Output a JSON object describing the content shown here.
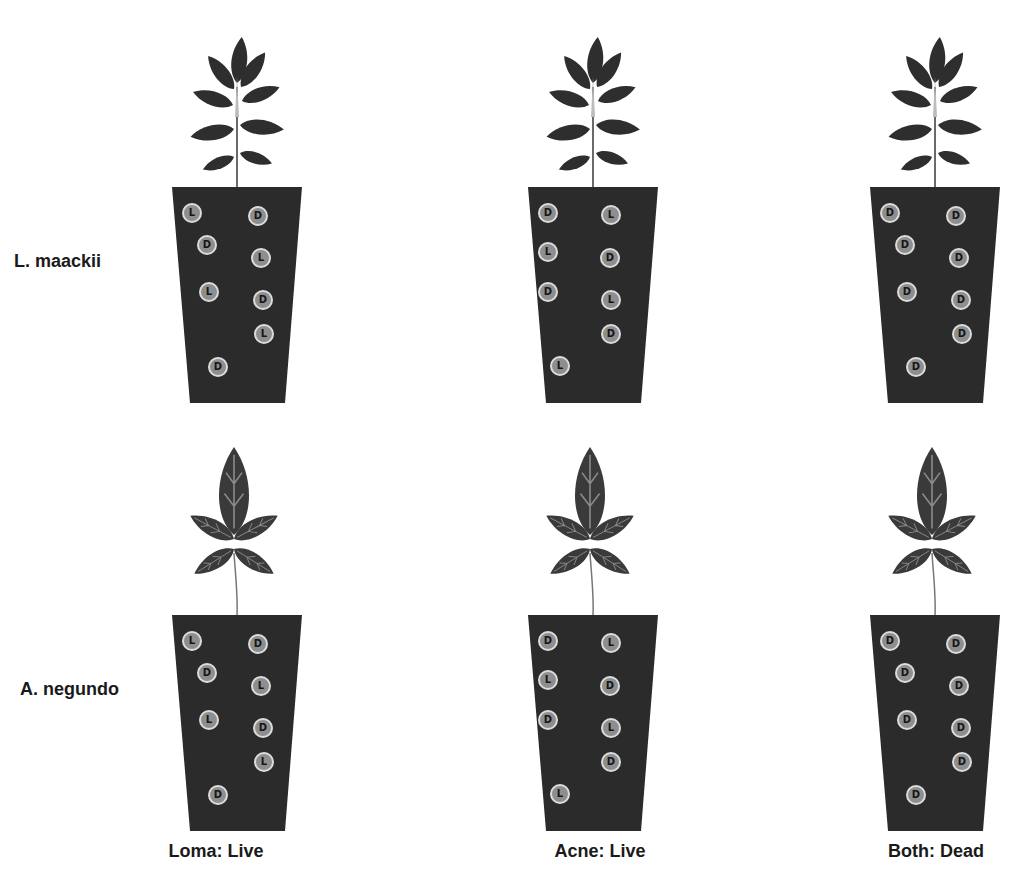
{
  "diagram": {
    "nodes": [
      {
        "text": [
          "L"
        ]
      },
      {
        "text": [
          "D"
        ]
      },
      {
        "text": [
          "D"
        ]
      },
      {
        "text": [
          "L"
        ]
      },
      {
        "text": [
          "L"
        ]
      },
      {
        "text": [
          "D"
        ]
      },
      {
        "text": [
          "L"
        ]
      },
      {
        "text": [
          "D"
        ]
      },
      {
        "text": [
          "D"
        ]
      },
      {
        "text": [
          "L"
        ]
      },
      {
        "text": [
          "L"
        ]
      },
      {
        "text": [
          "D"
        ]
      },
      {
        "text": [
          "D"
        ]
      },
      {
        "text": [
          "L"
        ]
      },
      {
        "text": [
          "D"
        ]
      },
      {
        "text": [
          "L"
        ]
      },
      {
        "text": [
          "D"
        ]
      },
      {
        "text": [
          "D"
        ]
      },
      {
        "text": [
          "D"
        ]
      },
      {
        "text": [
          "D"
        ]
      },
      {
        "text": [
          "D"
        ]
      },
      {
        "text": [
          "D"
        ]
      },
      {
        "text": [
          "D"
        ]
      },
      {
        "text": [
          "D"
        ]
      },
      {
        "text": [
          "L"
        ]
      },
      {
        "text": [
          "D"
        ]
      },
      {
        "text": [
          "D"
        ]
      },
      {
        "text": [
          "L"
        ]
      },
      {
        "text": [
          "L"
        ]
      },
      {
        "text": [
          "D"
        ]
      },
      {
        "text": [
          "L"
        ]
      },
      {
        "text": [
          "D"
        ]
      },
      {
        "text": [
          "D"
        ]
      },
      {
        "text": [
          "L"
        ]
      },
      {
        "text": [
          "L"
        ]
      },
      {
        "text": [
          "D"
        ]
      },
      {
        "text": [
          "D"
        ]
      },
      {
        "text": [
          "L"
        ]
      },
      {
        "text": [
          "D"
        ]
      },
      {
        "text": [
          "L"
        ]
      },
      {
        "text": [
          "D"
        ]
      },
      {
        "text": [
          "D"
        ]
      },
      {
        "text": [
          "D"
        ]
      },
      {
        "text": [
          "D"
        ]
      },
      {
        "text": [
          "D"
        ]
      },
      {
        "text": [
          "D"
        ]
      },
      {
        "text": [
          "D"
        ]
      },
      {
        "text": [
          "D"
        ]
      }
    ],
    "labels": [
      "L. maackii",
      "A. negundo",
      "Loma: Live",
      "Acne: Live",
      "Both: Dead"
    ]
  }
}
